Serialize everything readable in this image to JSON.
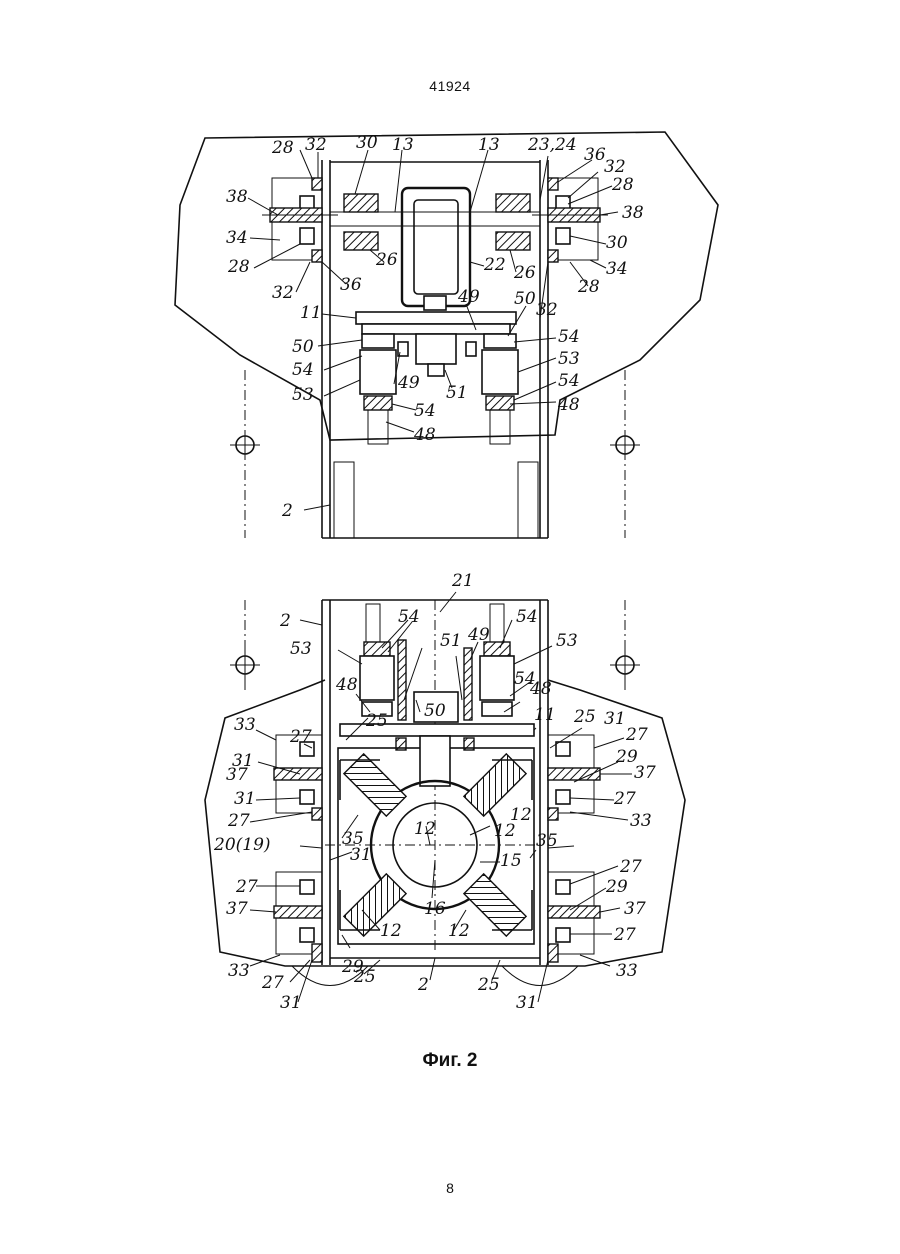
{
  "header": {
    "patent_number": "41924"
  },
  "footer": {
    "page_number": "8"
  },
  "figure": {
    "caption": "Фиг. 2"
  },
  "labels_top": [
    "28",
    "32",
    "30",
    "13",
    "13",
    "23,24",
    "36",
    "32",
    "28",
    "38",
    "38",
    "34",
    "28",
    "26",
    "22",
    "26",
    "30",
    "34",
    "32",
    "36",
    "28",
    "32",
    "11",
    "49",
    "50",
    "50",
    "54",
    "54",
    "53",
    "53",
    "49",
    "51",
    "54",
    "54",
    "48",
    "48",
    "2"
  ],
  "labels_bottom": [
    "21",
    "2",
    "54",
    "54",
    "49",
    "53",
    "53",
    "51",
    "48",
    "48",
    "50",
    "54",
    "11",
    "25",
    "31",
    "33",
    "27",
    "25",
    "27",
    "31",
    "29",
    "37",
    "37",
    "31",
    "27",
    "27",
    "33",
    "35",
    "20(19)",
    "12",
    "12",
    "31",
    "35",
    "15",
    "12",
    "27",
    "29",
    "27",
    "37",
    "37",
    "16",
    "27",
    "12",
    "12",
    "29",
    "33",
    "33",
    "27",
    "25",
    "2",
    "25",
    "31",
    "31"
  ]
}
